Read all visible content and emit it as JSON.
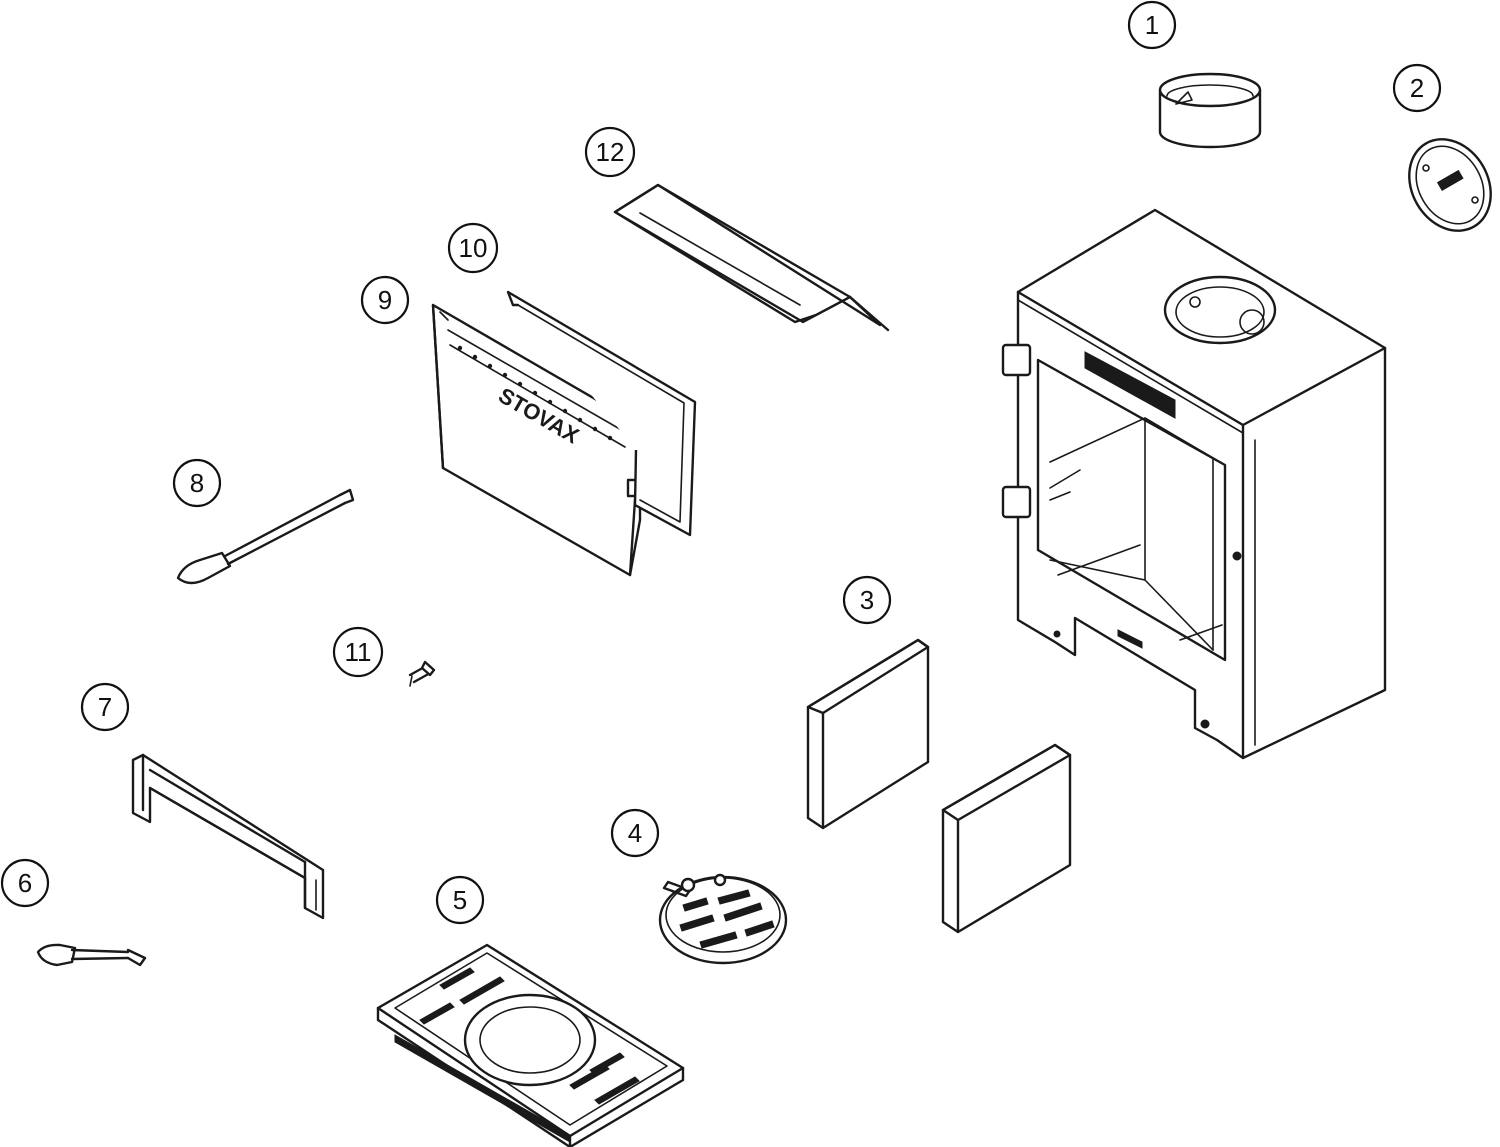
{
  "callouts": [
    {
      "id": "1",
      "label": "1"
    },
    {
      "id": "2",
      "label": "2"
    },
    {
      "id": "3",
      "label": "3"
    },
    {
      "id": "4",
      "label": "4"
    },
    {
      "id": "5",
      "label": "5"
    },
    {
      "id": "6",
      "label": "6"
    },
    {
      "id": "7",
      "label": "7"
    },
    {
      "id": "8",
      "label": "8"
    },
    {
      "id": "9",
      "label": "9"
    },
    {
      "id": "10",
      "label": "10"
    },
    {
      "id": "11",
      "label": "11"
    },
    {
      "id": "12",
      "label": "12"
    }
  ],
  "door_logo": "STOVAX",
  "colors": {
    "line": "#1a1a1a",
    "background": "#ffffff"
  }
}
